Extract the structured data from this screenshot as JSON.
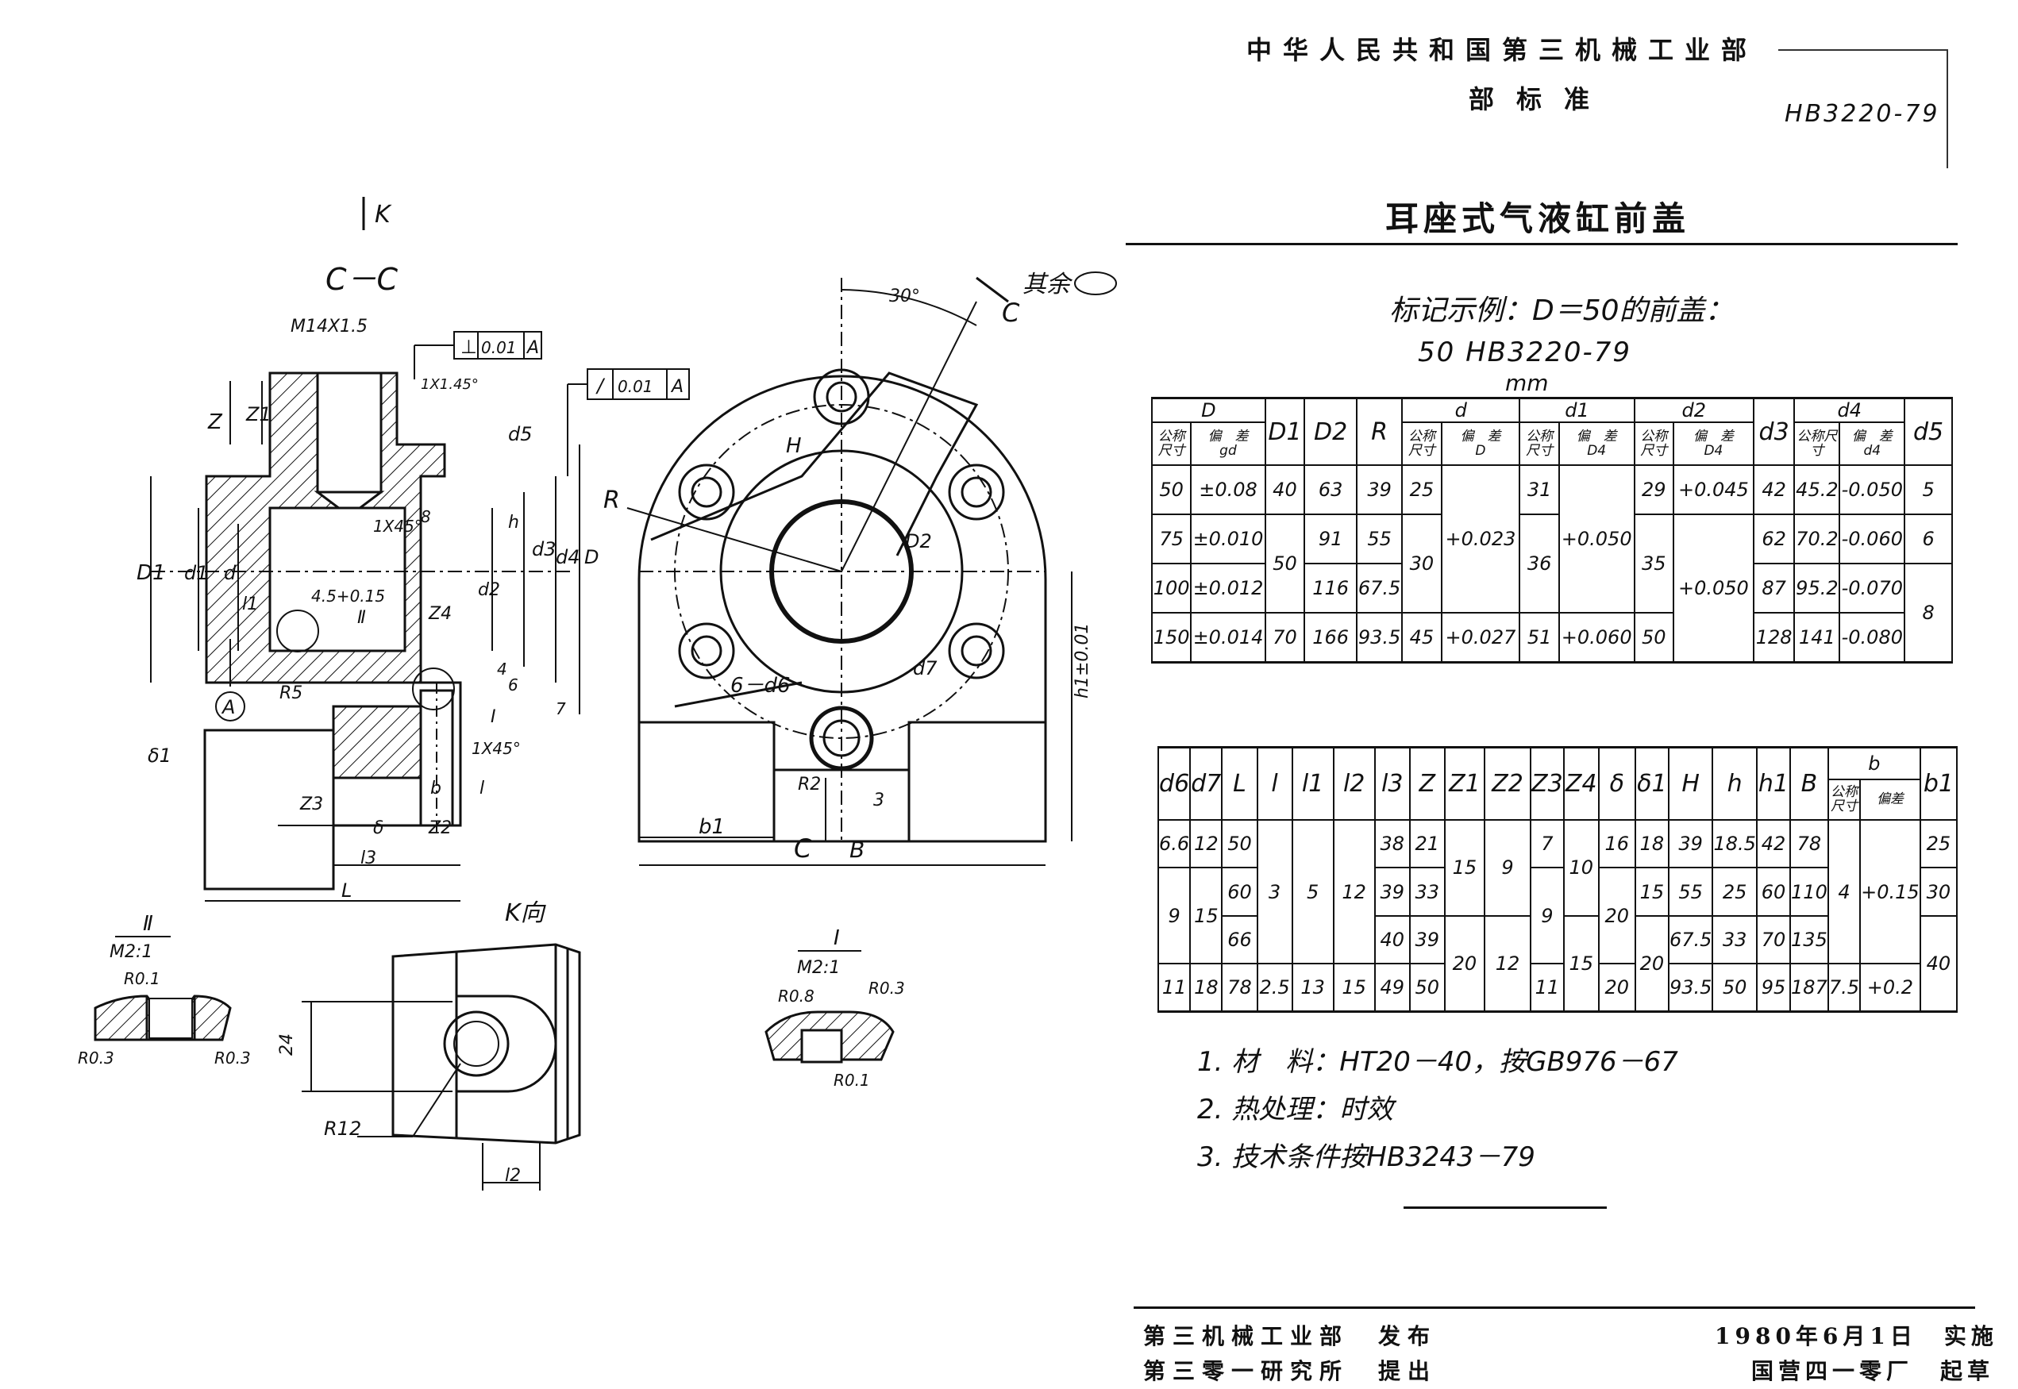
{
  "header": {
    "ministry": "中华人民共和国第三机械工业部",
    "std_type": "部标准",
    "code": "HB3220-79",
    "title": "耳座式气液缸前盖"
  },
  "marking": {
    "example": "标记示例：D＝50的前盖：",
    "designation": "50 HB3220-79",
    "unit": "mm"
  },
  "drawing_labels": {
    "k_arrow": "K",
    "section_cc": "C－C",
    "thread": "M14X1.5",
    "perp_tol": "0.01",
    "perp_datum": "A",
    "par_tol": "0.01",
    "par_datum": "A",
    "chamfer1": "1X1.45°",
    "chamfer2": "1X45°",
    "chamfer3": "1X45°",
    "tol_45": "4.5+0.15",
    "detail_ii_mark": "Ⅱ",
    "detail_i_mark": "Ⅰ",
    "r5": "R5",
    "datum_a": "A",
    "rest_rough": "其余",
    "angle30": "30°",
    "c_top": "C",
    "c_bottom": "C",
    "R": "R",
    "H": "H",
    "D2": "D2",
    "six_d6": "6－d6",
    "d7": "d7",
    "R2": "R2",
    "h1tol": "h1±0.01",
    "b1": "b1",
    "B": "B",
    "three": "3",
    "k_view": "K向",
    "r12": "R12",
    "l2": "l2",
    "dim24": "24",
    "det2_title": "Ⅱ",
    "det2_scale": "M2:1",
    "det2_r01": "R0.1",
    "det2_r03a": "R0.3",
    "det2_r03b": "R0.3",
    "det1_title": "Ⅰ",
    "det1_scale": "M2:1",
    "det1_r08": "R0.8",
    "det1_r03": "R0.3",
    "det1_r01": "R0.1",
    "z": "Z",
    "z1": "Z1",
    "d5": "d5",
    "D1": "D1",
    "d1": "d1",
    "d": "d",
    "l1": "l1",
    "z4": "Z4",
    "d2": "d2",
    "d3": "d3",
    "d4": "d4",
    "Dbig": "D",
    "h": "h",
    "delta1": "δ1",
    "z3": "Z3",
    "delta": "δ",
    "z2": "Z2",
    "l3": "l3",
    "L": "L",
    "b": "b",
    "l": "l",
    "r4": "4",
    "r6": "6",
    "r7": "7",
    "r8": "8"
  },
  "table1": {
    "head_groups": [
      "D",
      "d",
      "d1",
      "d2",
      "d4"
    ],
    "sub_nominal": "公称尺寸",
    "sub_dev": "偏　差",
    "dev_D": "gd",
    "dev_d": "D",
    "dev_d1": "D4",
    "dev_d2": "D4",
    "dev_d4": "d4",
    "cols": [
      "D1",
      "D2",
      "R",
      "d3",
      "d5"
    ],
    "rows": [
      [
        "50",
        "±0.08",
        "40",
        "63",
        "39",
        "25",
        "31",
        "29",
        "+0.045",
        "42",
        "45.2",
        "-0.050",
        "5"
      ],
      [
        "75",
        "±0.010",
        "",
        "91",
        "55",
        "",
        "",
        "",
        "",
        "62",
        "70.2",
        "-0.060",
        "6"
      ],
      [
        "100",
        "±0.012",
        "50",
        "116",
        "67.5",
        "30",
        "36",
        "35",
        "+0.050",
        "87",
        "95.2",
        "-0.070",
        "8"
      ],
      [
        "150",
        "±0.014",
        "70",
        "166",
        "93.5",
        "45",
        "51",
        "50",
        "",
        "128",
        "141",
        "-0.080",
        ""
      ]
    ],
    "d_dev_mid": "+0.023",
    "d_dev_last": "+0.027",
    "d1_dev_mid": "+0.050",
    "d1_dev_last": "+0.060"
  },
  "table2": {
    "headers": [
      "d6",
      "d7",
      "L",
      "l",
      "l1",
      "l2",
      "l3",
      "Z",
      "Z1",
      "Z2",
      "Z3",
      "Z4",
      "δ",
      "δ1",
      "H",
      "h",
      "h1",
      "B",
      "b",
      "b1"
    ],
    "b_nominal": "公称尺寸",
    "b_dev": "偏差",
    "c_d6": [
      "6.6",
      "9",
      "11"
    ],
    "c_d7": [
      "12",
      "15",
      "18"
    ],
    "c_L": [
      "50",
      "60",
      "66",
      "78"
    ],
    "c_l": [
      "3",
      "2.5"
    ],
    "c_l1": [
      "5",
      "13"
    ],
    "c_l2": [
      "12",
      "15"
    ],
    "c_l3": [
      "38",
      "39",
      "40",
      "49"
    ],
    "c_Z": [
      "21",
      "33",
      "39",
      "50"
    ],
    "c_Z1": [
      "15",
      "20"
    ],
    "c_Z2": [
      "9",
      "12"
    ],
    "c_Z3": [
      "7",
      "9",
      "11"
    ],
    "c_Z4": [
      "10",
      "15"
    ],
    "c_delta": [
      "16",
      "20"
    ],
    "c_delta1": [
      "18",
      "15",
      "20"
    ],
    "c_H": [
      "39",
      "55",
      "67.5",
      "93.5"
    ],
    "c_h": [
      "18.5",
      "25",
      "33",
      "50"
    ],
    "c_h1": [
      "42",
      "60",
      "70",
      "95"
    ],
    "c_B": [
      "78",
      "110",
      "135",
      "187"
    ],
    "c_bn": [
      "4",
      "7.5"
    ],
    "c_bd": [
      "+0.15",
      "+0.2"
    ],
    "c_b1": [
      "25",
      "30",
      "40"
    ]
  },
  "notes": [
    "1. 材　料：HT20－40，按GB976－67",
    "2. 热处理：时效",
    "3. 技术条件按HB3243－79"
  ],
  "footer": {
    "issuer": "第三机械工业部　发布",
    "proposer": "第三零一研究所　提出",
    "effective": "1980年6月1日　实施",
    "drafter": "国营四一零厂　起草"
  }
}
